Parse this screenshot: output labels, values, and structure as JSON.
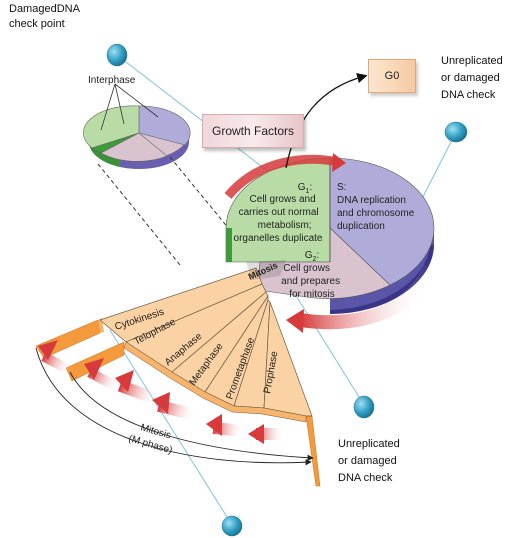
{
  "annotations": {
    "top_left_line1": "DamagedDNA",
    "top_left_line2": "check point",
    "top_right_line1": "Unreplicated",
    "top_right_line2": "or damaged",
    "top_right_line3": "DNA check",
    "bottom_right_line1": "Unreplicated",
    "bottom_right_line2": "or damaged",
    "bottom_right_line3": "DNA check"
  },
  "boxes": {
    "g0": "G0",
    "growth_factors": "Growth Factors"
  },
  "small_pie": {
    "label": "Interphase"
  },
  "big_pie": {
    "g1_title": "G",
    "g1_sub": "1",
    "g1_colon": ":",
    "g1_line1": "Cell grows and",
    "g1_line2": "carries out normal",
    "g1_line3": "metabolism;",
    "g1_line4": "organelles duplicate",
    "s_title": "S:",
    "s_line1": "DNA replication",
    "s_line2": "and chromosome",
    "s_line3": "duplication",
    "g2_title": "G",
    "g2_sub": "2",
    "g2_colon": ":",
    "g2_line1": "Cell grows",
    "g2_line2": "and prepares",
    "g2_line3": "for mitosis"
  },
  "mitosis_fan": {
    "header": "Mitosis",
    "phases": [
      "Cytokinesis",
      "Telophase",
      "Anaphase",
      "Metaphase",
      "Prometaphase",
      "Prophase"
    ],
    "arc_label_line1": "Mitosis",
    "arc_label_line2": "(M phase)"
  },
  "colors": {
    "g1": "#b9dca6",
    "g1_dark": "#3f9a3a",
    "s": "#b0acd9",
    "s_dark": "#5b55a8",
    "g2": "#d9c3cf",
    "mitosis": "#fbd2a3",
    "mitosis_edge": "#f59a3c",
    "arrow": "#d63a3a",
    "pin": "#2f9ec2",
    "connector": "#7fc3dc"
  }
}
